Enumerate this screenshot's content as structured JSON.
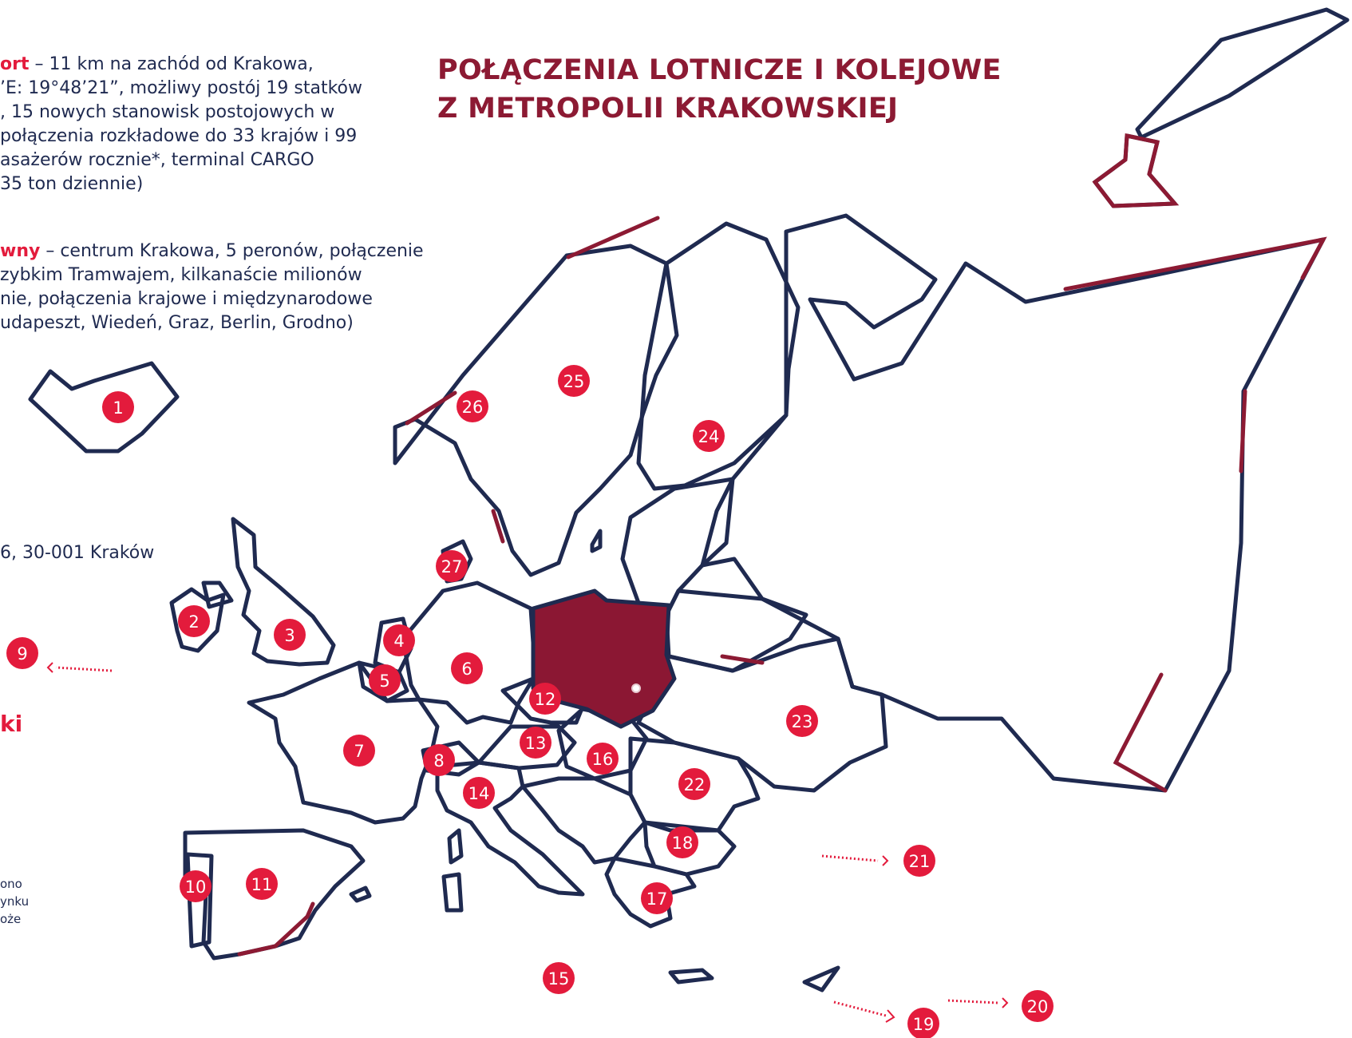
{
  "title": {
    "line1": "POŁĄCZENIA LOTNICZE I KOLEJOWE",
    "line2": "Z METROPOLII KRAKOWSKIEJ"
  },
  "airport_text": {
    "name": "ort",
    "line1": " – 11 km na zachód od Krakowa,",
    "line2": "’E: 19°48’21”, możliwy postój 19 statków",
    "line3": ", 15 nowych stanowisk postojowych w",
    "line4": "połączenia rozkładowe do 33 krajów i 99",
    "line5": "asażerów rocznie*, terminal CARGO",
    "line6": " 35 ton dziennie)"
  },
  "station_text": {
    "name": "wny",
    "line1": " – centrum Krakowa, 5 peronów, połączenie",
    "line2": "zybkim Tramwajem, kilkanaście milionów",
    "line3": "nie, połączenia krajowe i międzynarodowe",
    "line4": "udapeszt, Wiedeń, Graz, Berlin, Grodno)"
  },
  "address_text": " 6, 30-001 Kraków",
  "red_heading": "ki",
  "footnote": {
    "line1": "ono",
    "line2": "ynku",
    "line3": "oże"
  },
  "colors": {
    "outline": "#1f2a50",
    "accent": "#8c1a33",
    "marker": "#e31b3c",
    "highlight_country": "#8b1733"
  },
  "markers": [
    "1",
    "2",
    "3",
    "4",
    "5",
    "6",
    "7",
    "8",
    "9",
    "10",
    "11",
    "12",
    "13",
    "14",
    "15",
    "16",
    "17",
    "18",
    "19",
    "20",
    "21",
    "22",
    "23",
    "24",
    "25",
    "26",
    "27"
  ],
  "highlighted_country": "Poland",
  "city_marker": "Kraków"
}
